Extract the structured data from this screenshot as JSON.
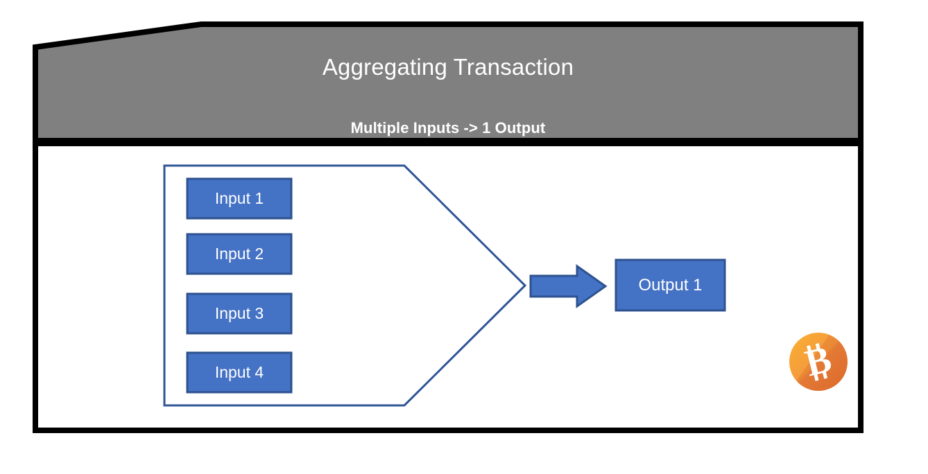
{
  "diagram": {
    "header": {
      "title": "Aggregating Transaction",
      "subtitle": "Multiple Inputs -> 1 Output",
      "fill_color": "#808080",
      "border_color": "#000000",
      "text_color": "#ffffff"
    },
    "body": {
      "background_color": "#ffffff",
      "border_color": "#000000"
    },
    "inputs_group": {
      "shape": "pentagon-arrow",
      "outline_color": "#2F5496",
      "fill_color": "#ffffff"
    },
    "inputs": [
      {
        "label": "Input 1"
      },
      {
        "label": "Input 2"
      },
      {
        "label": "Input 3"
      },
      {
        "label": "Input 4"
      }
    ],
    "arrow": {
      "direction": "right",
      "fill_color": "#4472C4",
      "border_color": "#2E528F"
    },
    "outputs": [
      {
        "label": "Output 1"
      }
    ],
    "node_style": {
      "fill_color": "#4472C4",
      "border_color": "#2E528F",
      "text_color": "#ffffff"
    },
    "logo": {
      "name": "bitcoin-logo",
      "symbol": "Ƀ",
      "color_light": "#F7A440",
      "color_dark": "#E0722F",
      "symbol_color": "#ffffff"
    }
  }
}
